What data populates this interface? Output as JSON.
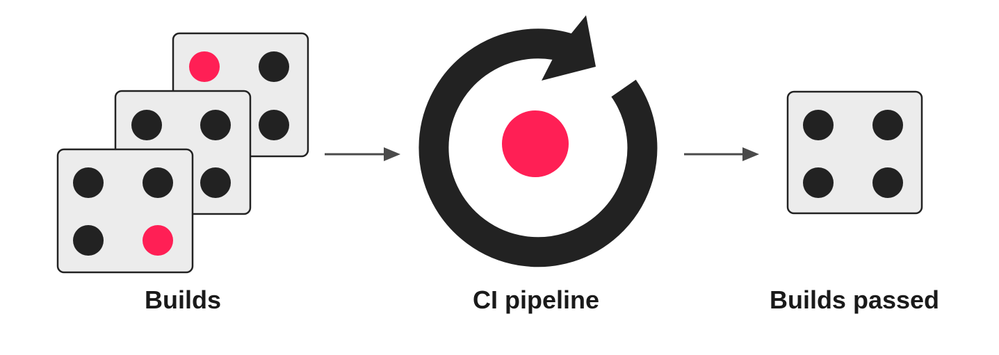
{
  "labels": {
    "builds": "Builds",
    "pipeline": "CI pipeline",
    "passed": "Builds passed"
  },
  "colors": {
    "accent": "#ff1f55",
    "dark": "#222222",
    "card_fill": "#ececec",
    "arrow": "#4a4a4a"
  },
  "icons": {
    "builds": "dice-stack-icon",
    "pipeline": "refresh-cycle-icon",
    "passed": "dice-four-icon",
    "connector": "right-arrow-icon"
  }
}
